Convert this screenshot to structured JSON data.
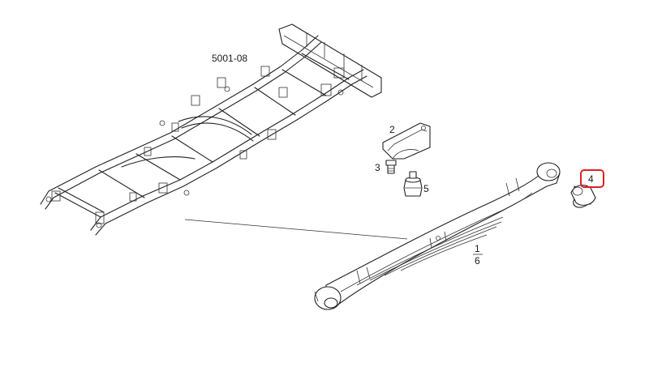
{
  "diagram": {
    "assembly_ref": "5001-08",
    "callouts": [
      {
        "id": "part-1",
        "label": "1",
        "highlighted": false
      },
      {
        "id": "part-2",
        "label": "2",
        "highlighted": false
      },
      {
        "id": "part-3",
        "label": "3",
        "highlighted": false
      },
      {
        "id": "part-4",
        "label": "4",
        "highlighted": true
      },
      {
        "id": "part-5",
        "label": "5",
        "highlighted": false
      },
      {
        "id": "part-6",
        "label": "6",
        "highlighted": false
      }
    ],
    "highlight_color": "#e02020"
  }
}
